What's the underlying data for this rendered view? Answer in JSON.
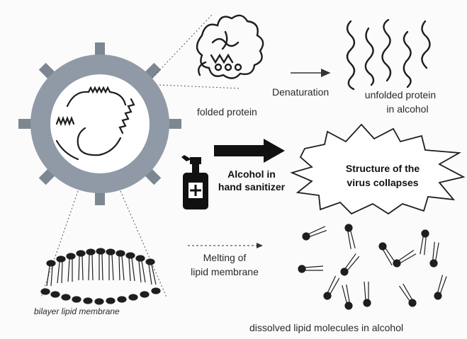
{
  "labels": {
    "folded_protein": "folded protein",
    "denaturation": "Denaturation",
    "unfolded_protein_line1": "unfolded protein",
    "unfolded_protein_line2": "in alcohol",
    "alcohol_line1": "Alcohol in",
    "alcohol_line2": "hand sanitizer",
    "collapse_line1": "Structure of the",
    "collapse_line2": "virus collapses",
    "melting_line1": "Melting of",
    "melting_line2": "lipid membrane",
    "bilayer": "bilayer lipid membrane",
    "dissolved": "dissolved lipid molecules in alcohol"
  },
  "colors": {
    "envelope": "#8f9aa6",
    "spike": "#7d8791",
    "ink": "#1e1e1e",
    "background": "#fbfbfb"
  }
}
